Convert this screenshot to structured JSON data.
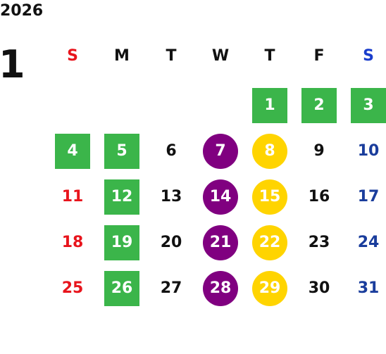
{
  "year": "2026",
  "month": "1",
  "colors": {
    "sunday": "#e8141c",
    "saturday": "#1a3d9c",
    "weekday": "#111111",
    "green": "#3bb54a",
    "purple": "#800080",
    "yellow": "#ffd400",
    "white": "#ffffff"
  },
  "weekdays": [
    {
      "label": "S",
      "color": "#e8141c"
    },
    {
      "label": "M",
      "color": "#111111"
    },
    {
      "label": "T",
      "color": "#111111"
    },
    {
      "label": "W",
      "color": "#111111"
    },
    {
      "label": "T",
      "color": "#111111"
    },
    {
      "label": "F",
      "color": "#111111"
    },
    {
      "label": "S",
      "color": "#1a3dcc"
    }
  ],
  "days": [
    {
      "d": "1",
      "col": 4,
      "row": 0,
      "mark": "green-square"
    },
    {
      "d": "2",
      "col": 5,
      "row": 0,
      "mark": "green-square"
    },
    {
      "d": "3",
      "col": 6,
      "row": 0,
      "mark": "green-square"
    },
    {
      "d": "4",
      "col": 0,
      "row": 1,
      "mark": "green-square"
    },
    {
      "d": "5",
      "col": 1,
      "row": 1,
      "mark": "green-square"
    },
    {
      "d": "6",
      "col": 2,
      "row": 1,
      "mark": "none"
    },
    {
      "d": "7",
      "col": 3,
      "row": 1,
      "mark": "purple-circle"
    },
    {
      "d": "8",
      "col": 4,
      "row": 1,
      "mark": "yellow-circle"
    },
    {
      "d": "9",
      "col": 5,
      "row": 1,
      "mark": "none"
    },
    {
      "d": "10",
      "col": 6,
      "row": 1,
      "mark": "none"
    },
    {
      "d": "11",
      "col": 0,
      "row": 2,
      "mark": "none"
    },
    {
      "d": "12",
      "col": 1,
      "row": 2,
      "mark": "green-square"
    },
    {
      "d": "13",
      "col": 2,
      "row": 2,
      "mark": "none"
    },
    {
      "d": "14",
      "col": 3,
      "row": 2,
      "mark": "purple-circle"
    },
    {
      "d": "15",
      "col": 4,
      "row": 2,
      "mark": "yellow-circle"
    },
    {
      "d": "16",
      "col": 5,
      "row": 2,
      "mark": "none"
    },
    {
      "d": "17",
      "col": 6,
      "row": 2,
      "mark": "none"
    },
    {
      "d": "18",
      "col": 0,
      "row": 3,
      "mark": "none"
    },
    {
      "d": "19",
      "col": 1,
      "row": 3,
      "mark": "green-square"
    },
    {
      "d": "20",
      "col": 2,
      "row": 3,
      "mark": "none"
    },
    {
      "d": "21",
      "col": 3,
      "row": 3,
      "mark": "purple-circle"
    },
    {
      "d": "22",
      "col": 4,
      "row": 3,
      "mark": "yellow-circle"
    },
    {
      "d": "23",
      "col": 5,
      "row": 3,
      "mark": "none"
    },
    {
      "d": "24",
      "col": 6,
      "row": 3,
      "mark": "none"
    },
    {
      "d": "25",
      "col": 0,
      "row": 4,
      "mark": "none"
    },
    {
      "d": "26",
      "col": 1,
      "row": 4,
      "mark": "green-square"
    },
    {
      "d": "27",
      "col": 2,
      "row": 4,
      "mark": "none"
    },
    {
      "d": "28",
      "col": 3,
      "row": 4,
      "mark": "purple-circle"
    },
    {
      "d": "29",
      "col": 4,
      "row": 4,
      "mark": "yellow-circle"
    },
    {
      "d": "30",
      "col": 5,
      "row": 4,
      "mark": "none"
    },
    {
      "d": "31",
      "col": 6,
      "row": 4,
      "mark": "none"
    }
  ]
}
